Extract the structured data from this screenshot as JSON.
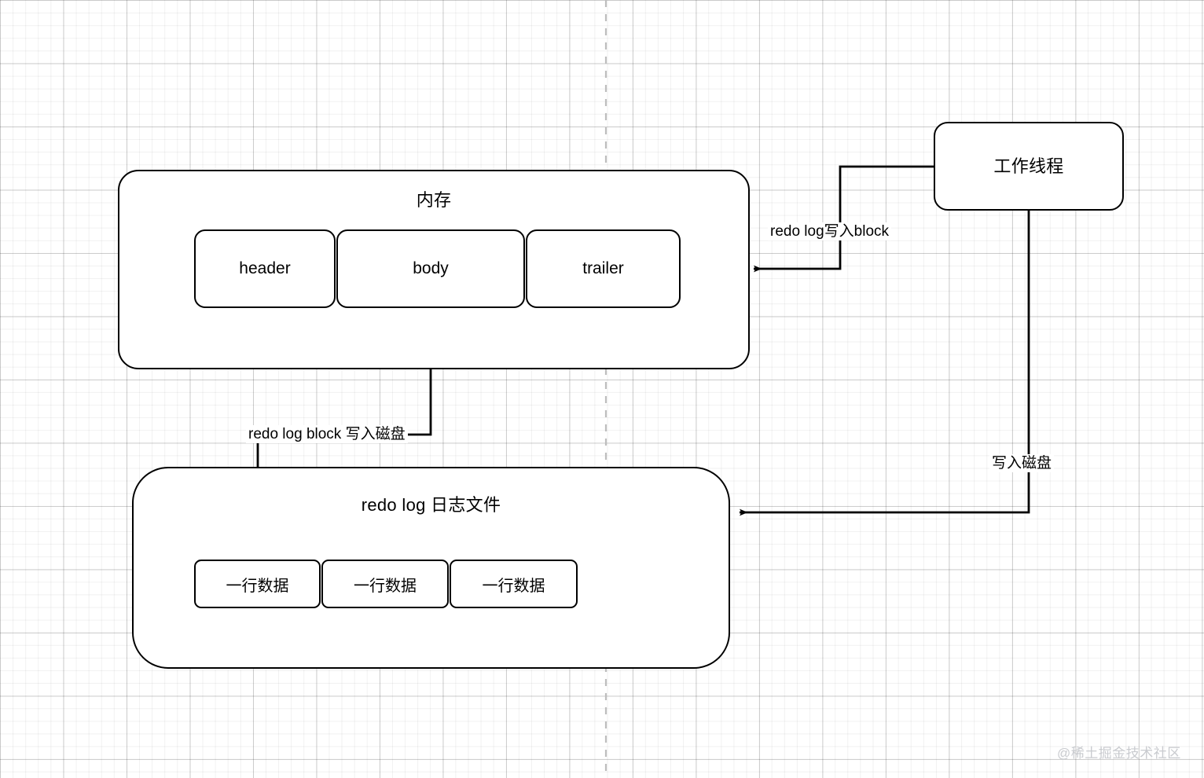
{
  "diagram": {
    "title_memory": "内存",
    "title_redo_log_file": "redo log 日志文件",
    "title_worker_thread": "工作线程",
    "memory_blocks": [
      {
        "label": "header"
      },
      {
        "label": "body"
      },
      {
        "label": "trailer"
      }
    ],
    "log_rows": [
      {
        "label": "一行数据"
      },
      {
        "label": "一行数据"
      },
      {
        "label": "一行数据"
      }
    ],
    "edges": [
      {
        "name": "worker-to-memory",
        "label": "redo log写入block",
        "from": "工作线程",
        "to": "内存"
      },
      {
        "name": "memory-to-logfile",
        "label": "redo log block 写入磁盘",
        "from": "内存",
        "to": "redo log 日志文件"
      },
      {
        "name": "worker-to-logfile",
        "label": "写入磁盘",
        "from": "工作线程",
        "to": "redo log 日志文件"
      }
    ],
    "watermark": "@稀土掘金技术社区",
    "colors": {
      "stroke": "#000000",
      "fill": "#ffffff",
      "grid_minor": "#f0f0f0",
      "grid_major": "#d8d8d8",
      "watermark": "#c9cbcf",
      "divider_dashed": "#bdbdbd"
    }
  }
}
